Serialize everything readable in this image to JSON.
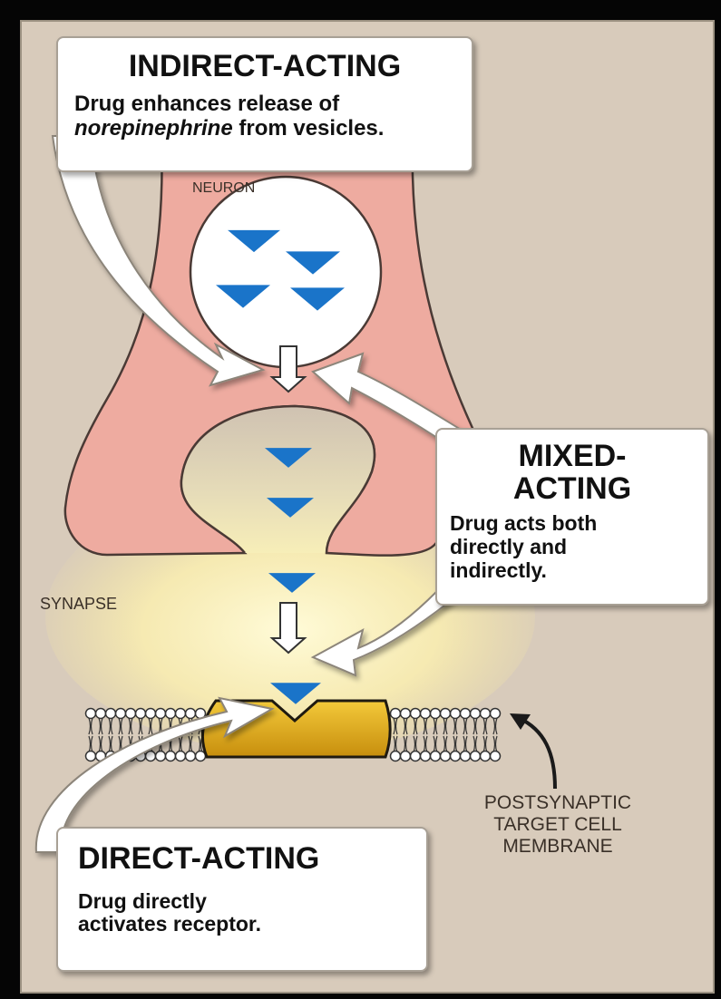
{
  "indirect": {
    "title": "INDIRECT-ACTING",
    "desc_before": "Drug enhances release of ",
    "desc_italic": "norepinephrine",
    "desc_after": " from vesicles."
  },
  "mixed": {
    "title_line1": "MIXED-",
    "title_line2": "ACTING",
    "desc_line1": "Drug acts both",
    "desc_line2": "directly and",
    "desc_line3": "indirectly."
  },
  "direct": {
    "title": "DIRECT-ACTING",
    "desc_line1": "Drug directly",
    "desc_line2": "activates receptor."
  },
  "labels": {
    "neuron": "NEURON",
    "synapse": "SYNAPSE",
    "membrane_line1": "POSTSYNAPTIC",
    "membrane_line2": "TARGET CELL",
    "membrane_line3": "MEMBRANE"
  },
  "colors": {
    "background": "#d8cbbb",
    "neuron": "#eeaba0",
    "synapse_glow": "#fff6c0",
    "neurotransmitter": "#1a74c9",
    "receptor": "#e6b21c"
  },
  "icons": {
    "neurotransmitter": "blue-triangle",
    "release_arrow": "hollow-down-arrow"
  }
}
